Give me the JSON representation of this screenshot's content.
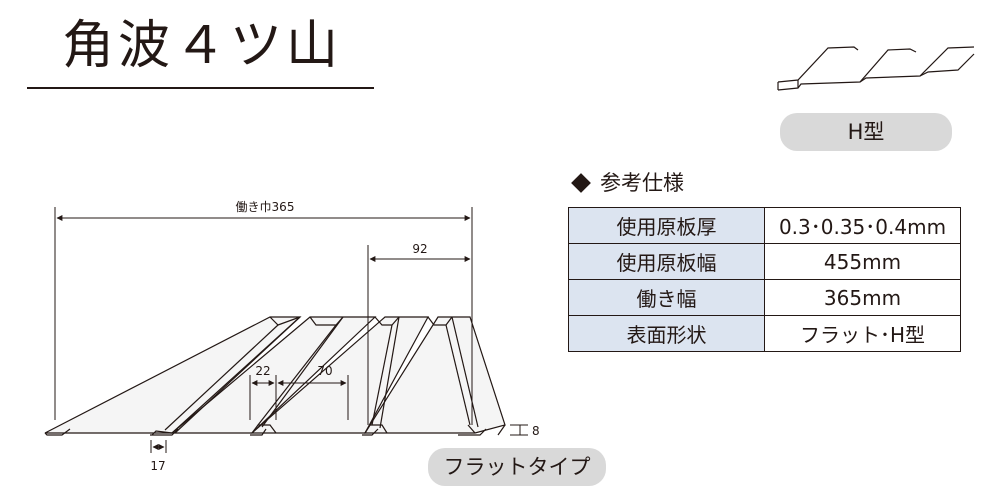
{
  "title": "角波４ツ山",
  "profile_type_label": "H型",
  "surface_type_label": "フラットタイプ",
  "icons": {
    "spec_bullet": "diamond-icon"
  },
  "spec": {
    "heading": "参考仕様",
    "rows": [
      {
        "label": "使用原板厚",
        "value": "0.3･0.35･0.4mm"
      },
      {
        "label": "使用原板幅",
        "value": "455mm"
      },
      {
        "label": "働き幅",
        "value": "365mm"
      },
      {
        "label": "表面形状",
        "value": "フラット･H型"
      }
    ]
  },
  "dimensions": {
    "working_width": "働き巾365",
    "pitch": "92",
    "rib_top": "22",
    "rib_bottom": "70",
    "edge": "17",
    "height": "8"
  },
  "colors": {
    "table_label_bg": "#dce4f0",
    "pill_bg": "#d9d9d9",
    "ink": "#231815"
  }
}
